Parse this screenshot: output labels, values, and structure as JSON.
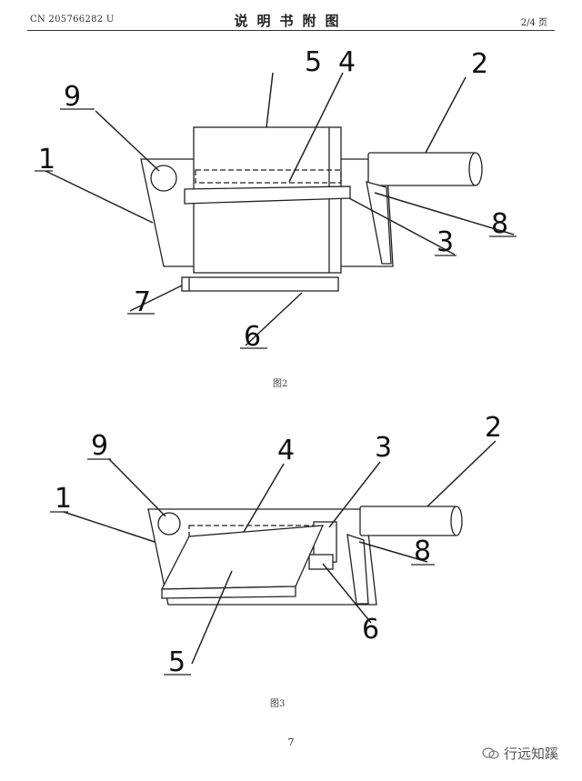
{
  "header": {
    "doc_number": "CN 205766282 U",
    "title": "说明书附图",
    "page_of": "2/4 页"
  },
  "figure2": {
    "caption": "图2",
    "labels": {
      "l1": "1",
      "l2": "2",
      "l3": "3",
      "l4": "4",
      "l5": "5",
      "l6": "6",
      "l7": "7",
      "l8": "8",
      "l9": "9"
    }
  },
  "figure3": {
    "caption": "图3",
    "labels": {
      "l1": "1",
      "l2": "2",
      "l3": "3",
      "l4": "4",
      "l5": "5",
      "l6": "6",
      "l8": "8",
      "l9": "9"
    }
  },
  "footer": {
    "page_number": "7",
    "watermark": "行远知蹊"
  }
}
